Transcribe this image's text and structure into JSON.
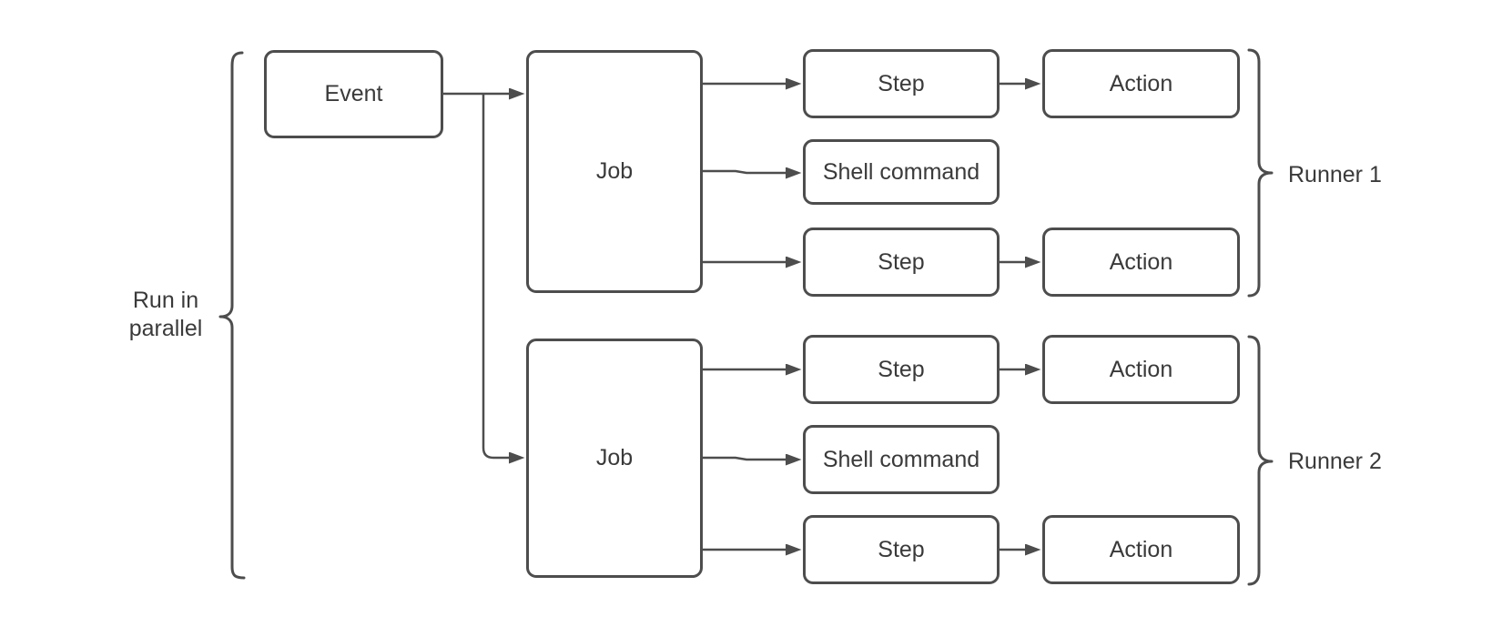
{
  "diagram": {
    "parallel_label": {
      "line1": "Run in",
      "line2": "parallel"
    },
    "event": {
      "label": "Event"
    },
    "job1": {
      "label": "Job"
    },
    "job2": {
      "label": "Job"
    },
    "runner1": {
      "label": "Runner 1",
      "step1": {
        "label": "Step"
      },
      "action1": {
        "label": "Action"
      },
      "shell": {
        "label": "Shell command"
      },
      "step2": {
        "label": "Step"
      },
      "action2": {
        "label": "Action"
      }
    },
    "runner2": {
      "label": "Runner 2",
      "step1": {
        "label": "Step"
      },
      "action1": {
        "label": "Action"
      },
      "shell": {
        "label": "Shell command"
      },
      "step2": {
        "label": "Step"
      },
      "action2": {
        "label": "Action"
      }
    }
  },
  "colors": {
    "stroke": "#4d4d4d",
    "text": "#3a3a3a",
    "background": "#ffffff"
  }
}
